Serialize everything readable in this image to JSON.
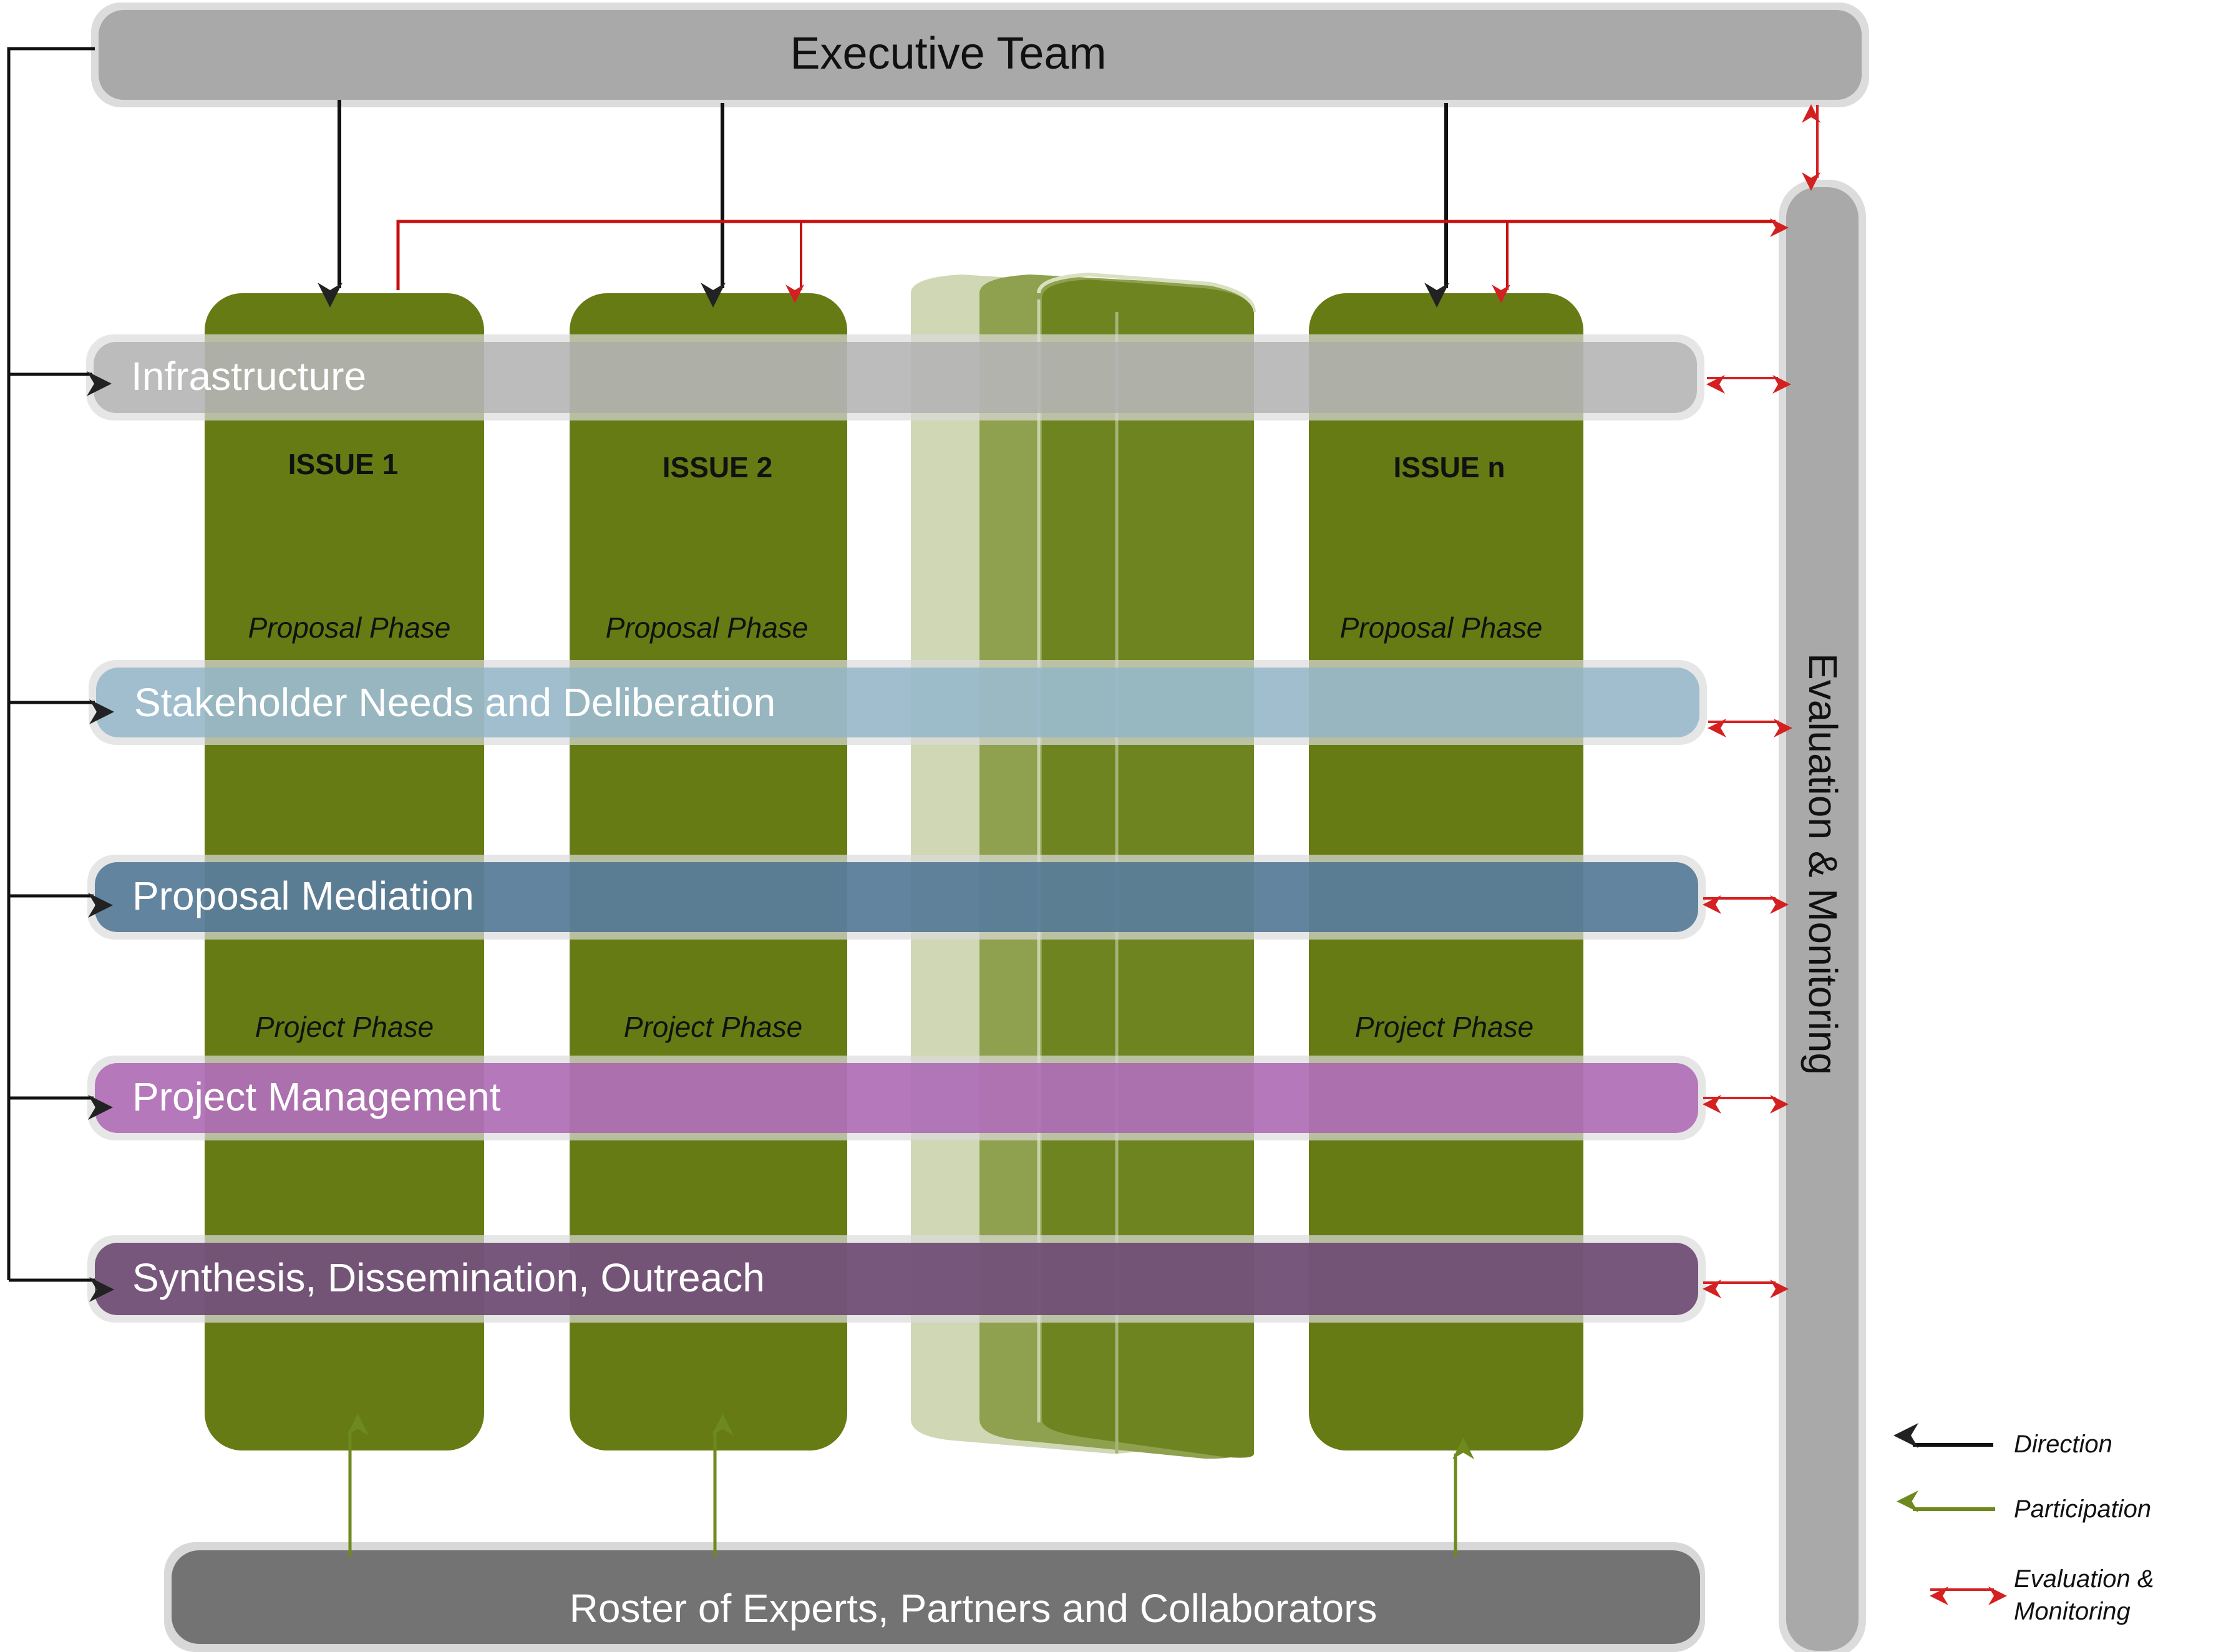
{
  "diagram": {
    "executive": {
      "label": "Executive Team"
    },
    "evaluation": {
      "label": "Evaluation & Monitoring"
    },
    "roster": {
      "label": "Roster of Experts, Partners and Collaborators"
    },
    "bands": [
      {
        "label": "Infrastructure",
        "color": "#a9a9a9"
      },
      {
        "label": "Stakeholder Needs and Deliberation",
        "color": "#8fb4c8"
      },
      {
        "label": "Proposal Mediation",
        "color": "#4a7290"
      },
      {
        "label": "Project Management",
        "color": "#a85cb0"
      },
      {
        "label": "Synthesis, Dissemination, Outreach",
        "color": "#6e4b72"
      }
    ],
    "issues": [
      {
        "title": "ISSUE 1",
        "proposal_phase": "Proposal Phase",
        "project_phase": "Project Phase"
      },
      {
        "title": "ISSUE 2",
        "proposal_phase": "Proposal Phase",
        "project_phase": "Project Phase"
      },
      {
        "title": "ISSUE n",
        "proposal_phase": "Proposal Phase",
        "project_phase": "Project Phase"
      }
    ],
    "colors": {
      "issue_green": "#667b14",
      "direction": "#111111",
      "participation": "#6e8a1e",
      "evaluation": "#d42020",
      "gray_box": "#a9a9a9",
      "roster_box": "#737373",
      "halo": "#dcdcdc"
    },
    "legend": {
      "items": [
        {
          "label": "Direction",
          "kind": "direction"
        },
        {
          "label": "Participation",
          "kind": "participation"
        },
        {
          "label_line1": "Evaluation &",
          "label_line2": "Monitoring",
          "kind": "evaluation"
        }
      ]
    }
  }
}
